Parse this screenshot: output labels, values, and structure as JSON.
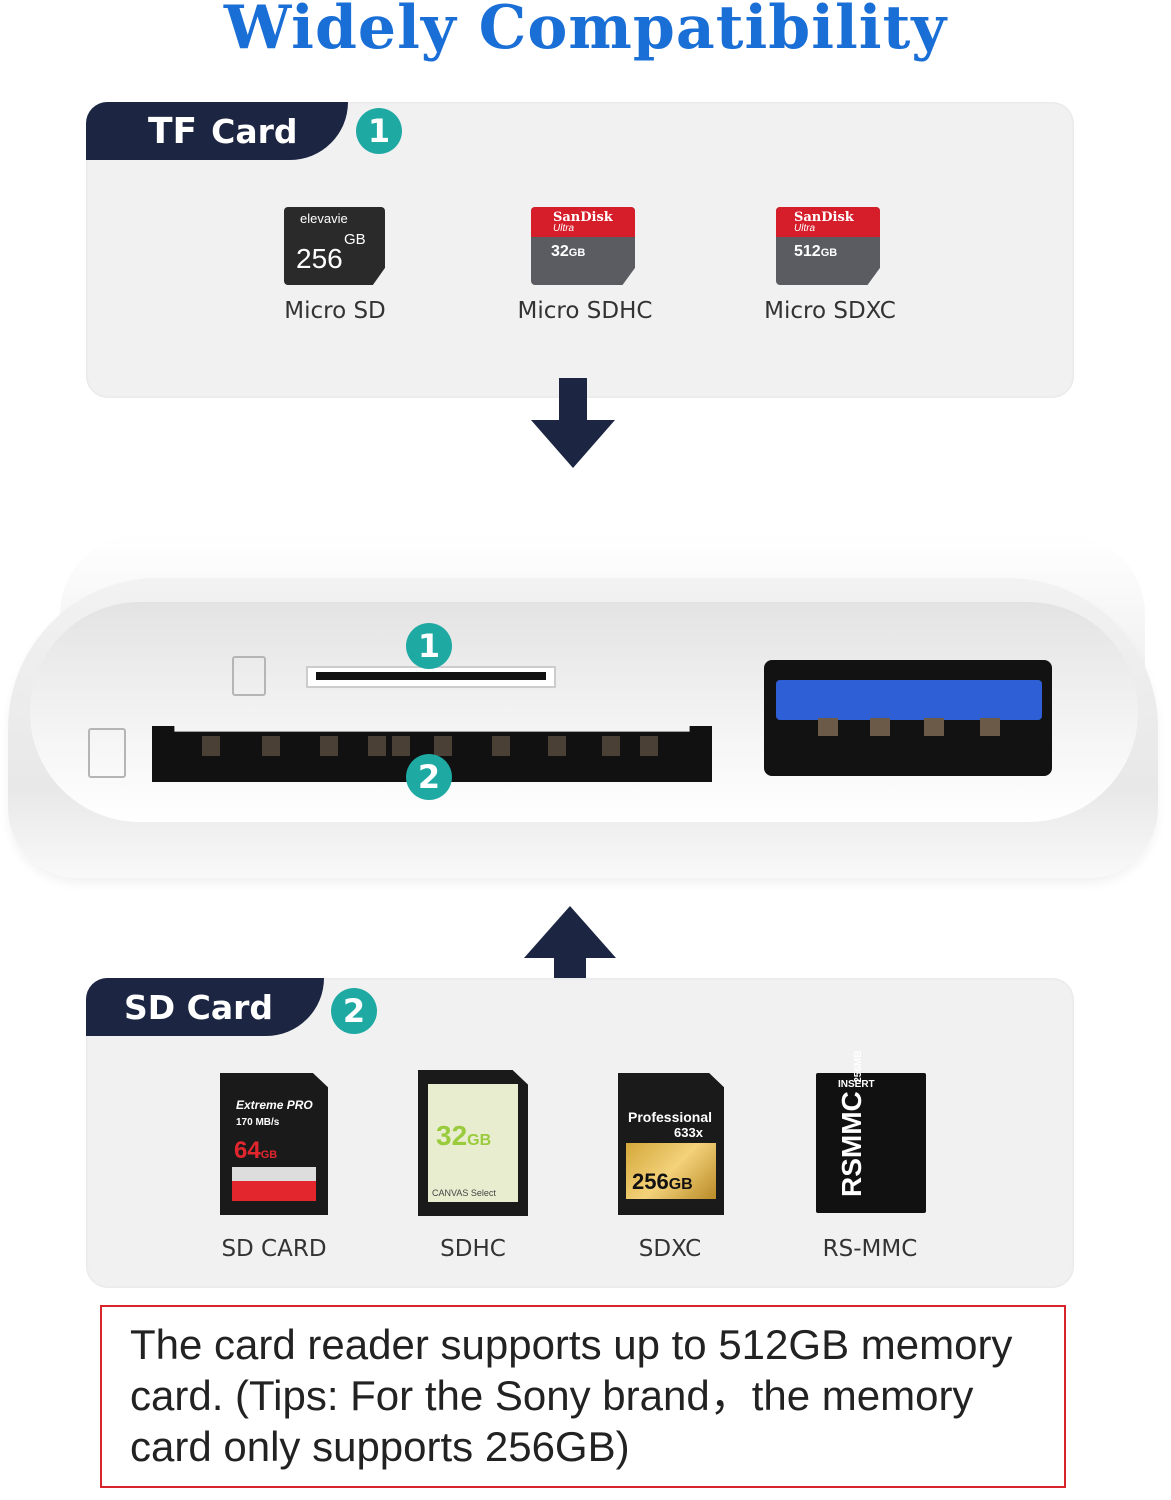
{
  "title": "Widely Compatibility",
  "tf_section": {
    "tag_big": "TF",
    "tag_small": "Card",
    "number": "1",
    "cards": [
      {
        "brand": "elevavie",
        "capacity": "256",
        "unit": "GB",
        "label": "Micro SD"
      },
      {
        "brand": "SanDisk",
        "sub": "Ultra",
        "capacity": "32",
        "unit": "GB",
        "label": "Micro SDHC"
      },
      {
        "brand": "SanDisk",
        "sub": "Ultra",
        "capacity": "512",
        "unit": "GB",
        "label": "Micro SDXC"
      }
    ]
  },
  "device": {
    "slot1_number": "1",
    "slot2_number": "2"
  },
  "sd_section": {
    "tag": "SD Card",
    "number": "2",
    "cards": [
      {
        "line1": "Extreme PRO",
        "line2": "170 MB/s",
        "capacity": "64",
        "unit": "GB",
        "label": "SD CARD"
      },
      {
        "capacity": "32",
        "unit": "GB",
        "line2": "CANVAS Select",
        "label": "SDHC"
      },
      {
        "line1": "Professional",
        "line2": "633x",
        "capacity": "256",
        "unit": "GB",
        "label": "SDXC"
      },
      {
        "line1": "INSERT",
        "line2": "RSMMC",
        "capacity": "256",
        "unit": "MB",
        "label": "RS-MMC"
      }
    ]
  },
  "note": "The card reader supports up to 512GB memory card. (Tips: For the Sony brand，the memory card only supports 256GB)",
  "colors": {
    "title": "#1a6fd6",
    "tag_bg": "#1c2541",
    "badge": "#1fa9a3",
    "note_border": "#d8242b",
    "usb_blue": "#2f5fd6"
  }
}
